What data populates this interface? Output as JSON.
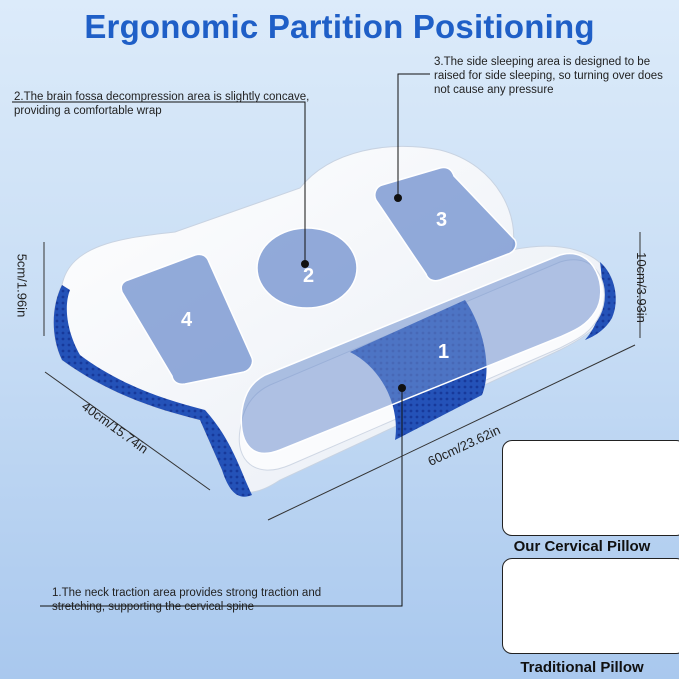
{
  "title": "Ergonomic Partition Positioning",
  "notes": {
    "n1": "1.The neck traction area provides strong traction and stretching, supporting the cervical spine",
    "n2": "2.The brain fossa decompression area is slightly concave, providing a comfortable wrap",
    "n3": "3.The side sleeping area is designed to be raised for side sleeping, so turning over does not cause any pressure"
  },
  "zones": [
    "1",
    "2",
    "3",
    "4"
  ],
  "dimensions": {
    "height_left": "5cm/1.96in",
    "height_right": "10cm/3.93in",
    "width": "40cm/15.74in",
    "length": "60cm/23.62in"
  },
  "comparison": {
    "ours": "Our Cervical Pillow",
    "traditional": "Traditional Pillow"
  },
  "colors": {
    "title": "#1f5fc7",
    "mesh": "#1f4fb8",
    "zone": "#6f8fce"
  }
}
